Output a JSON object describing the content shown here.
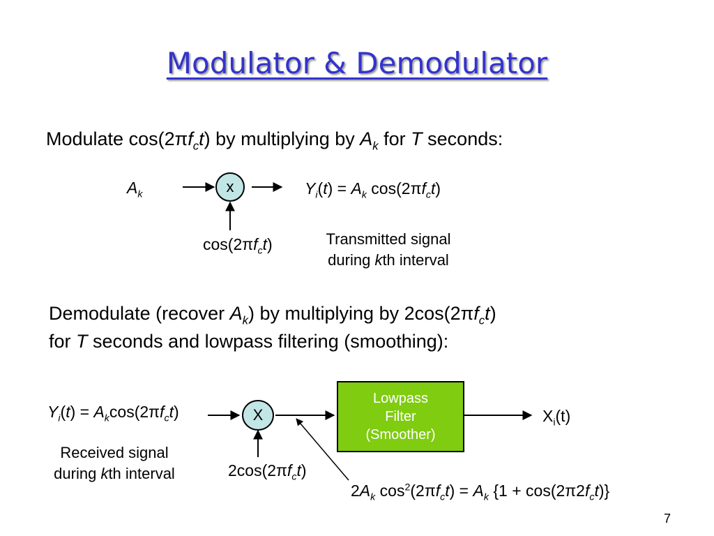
{
  "slide": {
    "title": "Modulator & Demodulator",
    "page_number": "7"
  },
  "modulator": {
    "intro_text": {
      "prefix": "Modulate cos(2",
      "pi": "π",
      "f": "f",
      "c": "c",
      "t": "t",
      "close": ")",
      "mid": " by multiplying by ",
      "A": "A",
      "k": "k",
      "for": " for ",
      "T": "T",
      "end": " seconds:"
    },
    "input": {
      "A": "A",
      "k": "k"
    },
    "mixer_symbol": "x",
    "carrier": {
      "prefix": "cos(2",
      "pi": "π",
      "f": "f",
      "c": "c",
      "t": "t",
      "close": ")"
    },
    "output": {
      "Y": "Y",
      "i": "i",
      "open": "(",
      "t": "t",
      "eq": ") = ",
      "A": "A",
      "k": "k",
      "cos": " cos(2",
      "pi": "π",
      "f": "f",
      "c": "c",
      "t2": "t",
      "close": ")"
    },
    "caption_line1": "Transmitted signal",
    "caption_line2_pre": "during ",
    "caption_line2_k": "k",
    "caption_line2_post": "th interval"
  },
  "demodulator": {
    "intro_line1": {
      "prefix": "Demodulate (recover ",
      "A": "A",
      "k": "k",
      "mid": ") by multiplying by 2cos(2",
      "pi": "π",
      "f": "f",
      "c": "c",
      "t": "t",
      "close": ")"
    },
    "intro_line2": {
      "for": "for ",
      "T": "T",
      "rest": " seconds and lowpass filtering (smoothing):"
    },
    "input": {
      "Y": "Y",
      "i": "i",
      "open": "(",
      "t": "t",
      "eq": ") = ",
      "A": "A",
      "k": "k",
      "cos": "cos(2",
      "pi": "π",
      "f": "f",
      "c": "c",
      "t2": "t",
      "close": ")"
    },
    "mixer_symbol": "X",
    "carrier": {
      "prefix": "2cos(2",
      "pi": "π",
      "f": "f",
      "c": "c",
      "t": "t",
      "close": ")"
    },
    "filter": {
      "line1": "Lowpass",
      "line2": "Filter",
      "line3": "(Smoother)"
    },
    "output": {
      "X": "X",
      "i": "i",
      "rest": "(t)"
    },
    "caption_line1": "Received signal",
    "caption_line2_pre": "during ",
    "caption_line2_k": "k",
    "caption_line2_post": "th interval",
    "identity": {
      "two": "2",
      "A": "A",
      "k": "k",
      "cos": " cos",
      "sq": "2",
      "open": "(2",
      "pi": "π",
      "f": "f",
      "c": "c",
      "t": "t",
      "eq": ") = ",
      "A2": "A",
      "k2": "k",
      "brace": " {1 + cos(2",
      "pi2": "π",
      "two2": "2",
      "f2": "f",
      "c2": "c",
      "t2": "t",
      "end": ")}"
    }
  }
}
